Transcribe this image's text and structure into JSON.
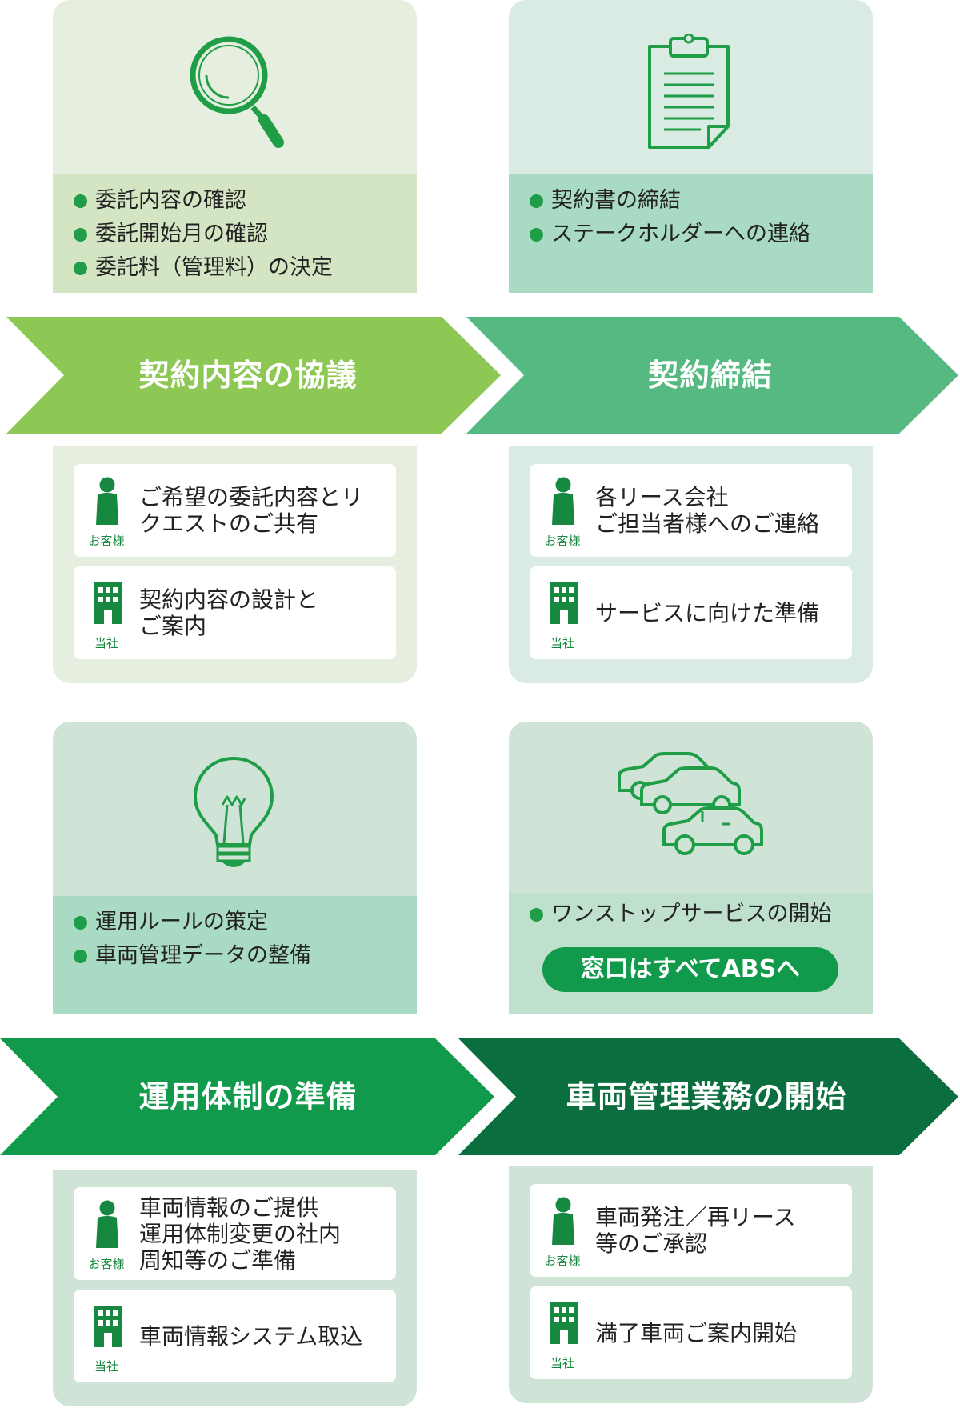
{
  "colors": {
    "dot_green": "#1f9e47",
    "label_green": "#16883f",
    "arrow1": "#8dc754",
    "arrow2": "#57b982",
    "arrow3": "#129a4c",
    "arrow4": "#0a6e3e",
    "pill": "#129a4c"
  },
  "stages": [
    {
      "icon": "magnifier-icon",
      "bullets": [
        "委託内容の確認",
        "委託開始月の確認",
        "委託料（管理料）の決定"
      ],
      "title": "契約内容の協議",
      "cards": [
        {
          "who": "お客様",
          "icon": "person-icon",
          "lines": [
            "ご希望の委託内容とリ",
            "クエストのご共有"
          ]
        },
        {
          "who": "当社",
          "icon": "building-icon",
          "lines": [
            "契約内容の設計と",
            "ご案内"
          ]
        }
      ]
    },
    {
      "icon": "clipboard-icon",
      "bullets": [
        "契約書の締結",
        "ステークホルダーへの連絡"
      ],
      "title": "契約締結",
      "cards": [
        {
          "who": "お客様",
          "icon": "person-icon",
          "lines": [
            "各リース会社",
            "ご担当者様へのご連絡"
          ]
        },
        {
          "who": "当社",
          "icon": "building-icon",
          "lines": [
            "サービスに向けた準備"
          ]
        }
      ]
    },
    {
      "icon": "lightbulb-icon",
      "bullets": [
        "運用ルールの策定",
        "車両管理データの整備"
      ],
      "title": "運用体制の準備",
      "cards": [
        {
          "who": "お客様",
          "icon": "person-icon",
          "lines": [
            "車両情報のご提供",
            "運用体制変更の社内",
            "周知等のご準備"
          ]
        },
        {
          "who": "当社",
          "icon": "building-icon",
          "lines": [
            "車両情報システム取込"
          ]
        }
      ]
    },
    {
      "icon": "cars-icon",
      "bullets": [
        "ワンストップサービスの開始"
      ],
      "highlight": "窓口はすべてABSへ",
      "title": "車両管理業務の開始",
      "cards": [
        {
          "who": "お客様",
          "icon": "person-icon",
          "lines": [
            "車両発注／再リース",
            "等のご承認"
          ]
        },
        {
          "who": "当社",
          "icon": "building-icon",
          "lines": [
            "満了車両ご案内開始"
          ]
        }
      ]
    }
  ]
}
